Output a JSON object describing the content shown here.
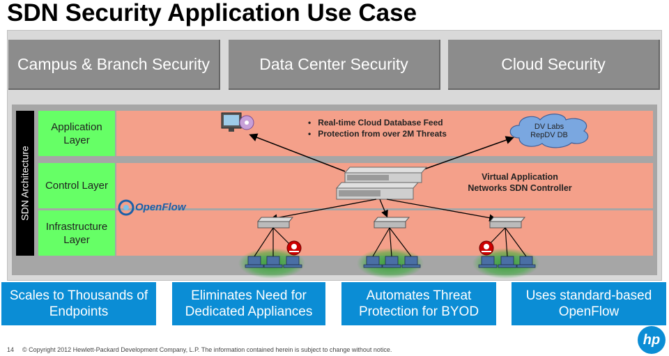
{
  "slide": {
    "title": "SDN Security Application Use Case",
    "page_number": "14",
    "copyright": "© Copyright 2012 Hewlett-Packard Development Company, L.P.  The information contained herein is subject to change without notice.",
    "logo_text": "hp"
  },
  "top_categories": [
    {
      "label": "Campus  & Branch Security"
    },
    {
      "label": "Data Center Security"
    },
    {
      "label": "Cloud Security"
    }
  ],
  "architecture": {
    "label": "SDN Architecture",
    "layers": [
      {
        "label": "Application Layer"
      },
      {
        "label": "Control Layer"
      },
      {
        "label": "Infrastructure Layer"
      }
    ]
  },
  "diagram": {
    "feed_bullets": [
      "Real-time Cloud Database Feed",
      "Protection from over 2M Threats"
    ],
    "cloud_label_1": "DV Labs",
    "cloud_label_2": "RepDV DB",
    "controller_label_1": "Virtual Application",
    "controller_label_2": "Networks SDN Controller",
    "openflow_label": "OpenFlow"
  },
  "benefits": [
    {
      "label": "Scales to Thousands of Endpoints"
    },
    {
      "label": "Eliminates Need for Dedicated Appliances"
    },
    {
      "label": "Automates Threat Protection for BYOD"
    },
    {
      "label": "Uses standard-based OpenFlow"
    }
  ],
  "colors": {
    "layer_green": "#66ff66",
    "band_salmon": "#f4a08a",
    "benefit_blue": "#0b8dd5",
    "category_gray": "#8c8c8c",
    "threat_red": "#cc0000"
  }
}
